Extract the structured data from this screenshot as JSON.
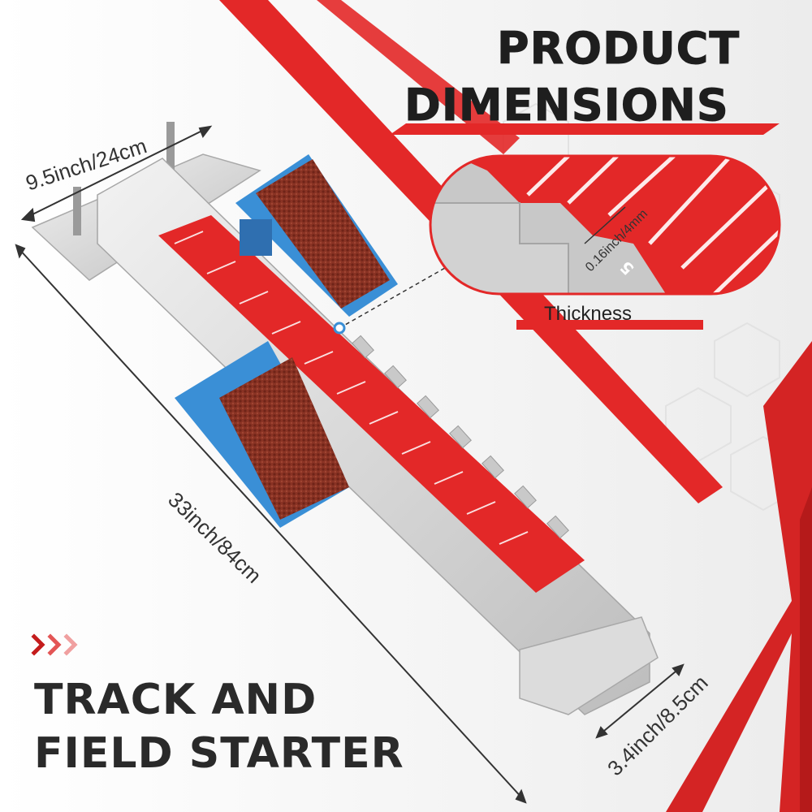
{
  "title": {
    "line1": "PRODUCT",
    "line2": "DIMENSIONS"
  },
  "headline": {
    "line1": "TRACK AND",
    "line2": "FIELD STARTER"
  },
  "dimensions": {
    "width": "9.5inch/24cm",
    "length": "33inch/84cm",
    "depth": "3.4inch/8.5cm",
    "thickness_value": "0.16inch/4mm",
    "thickness_label": "Thickness"
  },
  "colors": {
    "accent_red": "#e32828",
    "dark_red": "#c41c1c",
    "aluminum": "#dcdcdc",
    "pad_blue": "#3a8fd6",
    "pad_brown": "#8a3324",
    "text_dark": "#1e1e1e"
  },
  "icons": {
    "chevrons": "triple-right-chevron-icon"
  }
}
